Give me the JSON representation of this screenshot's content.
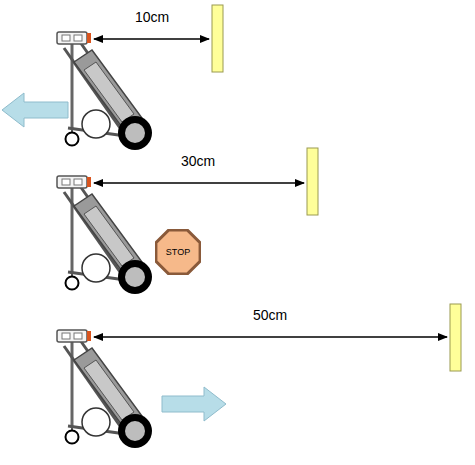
{
  "diagram": {
    "nodes": [
      {
        "text": [
          "STOP"
        ]
      }
    ],
    "labels": [
      "10cm",
      "30cm",
      "50cm"
    ]
  }
}
